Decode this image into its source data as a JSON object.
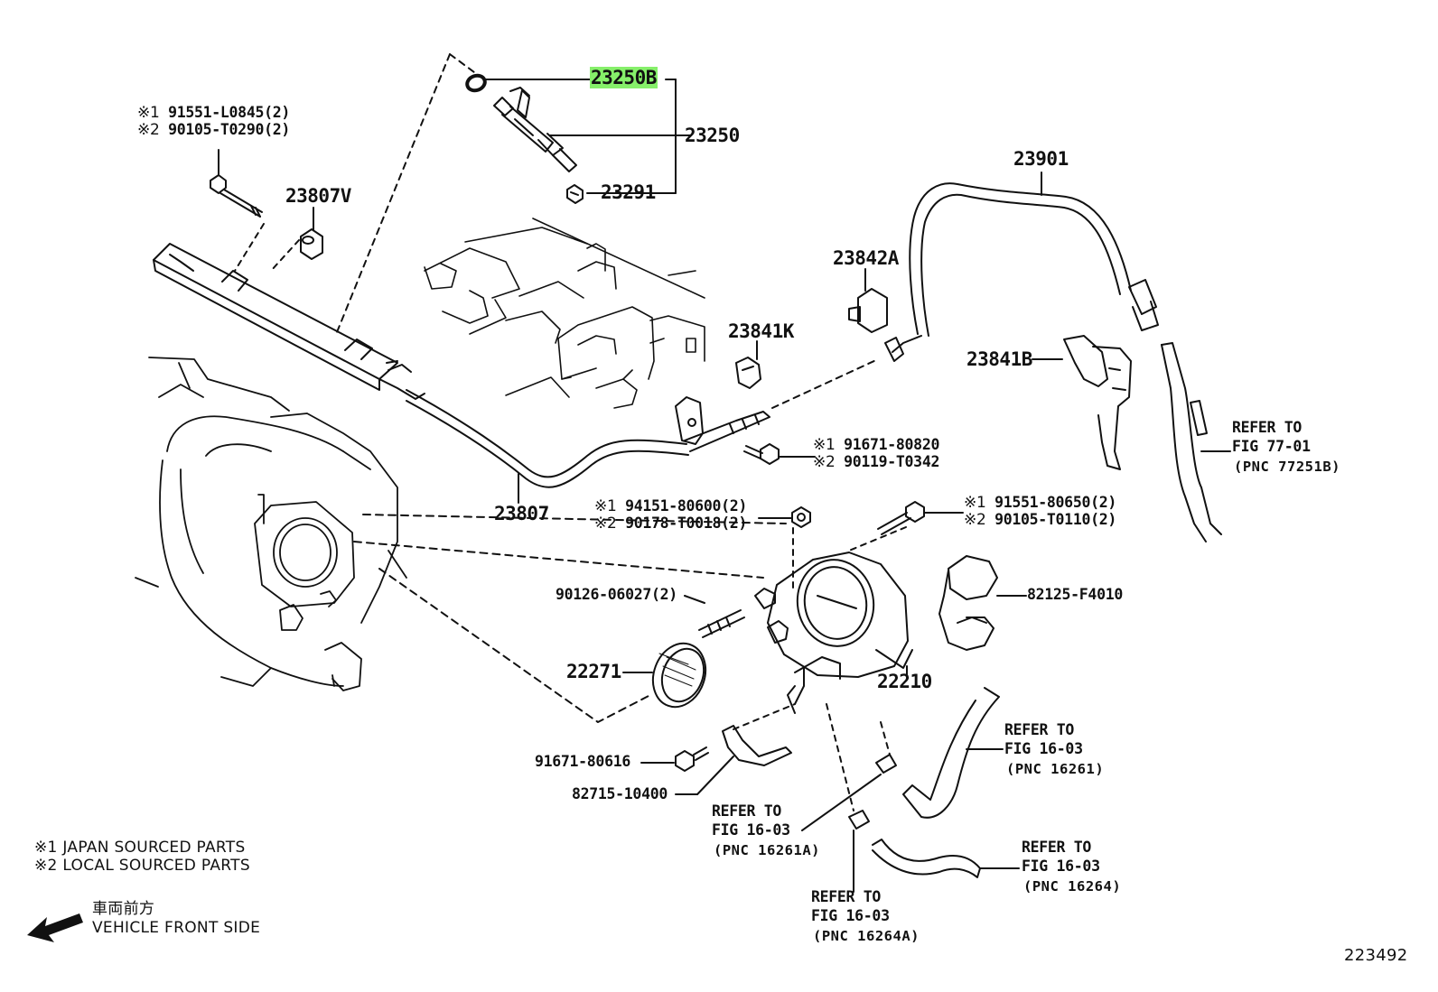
{
  "parts": {
    "p23250B": "23250B",
    "p23250": "23250",
    "p23291": "23291",
    "p23901": "23901",
    "p23807V": "23807V",
    "p23842A": "23842A",
    "p23841K": "23841K",
    "p23841B": "23841B",
    "p23807": "23807",
    "p22271": "22271",
    "p22210": "22210",
    "p82125": "82125-F4010",
    "p90126": "90126-06027(2)",
    "p91671_80616": "91671-80616",
    "p82715": "82715-10400"
  },
  "bolt_top_left": {
    "m1": "※1",
    "t1": "91551-L0845(2)",
    "m2": "※2",
    "t2": "90105-T0290(2)"
  },
  "bolt_23807": {
    "m1": "※1",
    "t1": "91671-80820",
    "m2": "※2",
    "t2": "90119-T0342"
  },
  "nut_throttle": {
    "m1": "※1",
    "t1": "94151-80600(2)",
    "m2": "※2",
    "t2": "90178-T0018(2)"
  },
  "bolt_throttle": {
    "m1": "※1",
    "t1": "91551-80650(2)",
    "m2": "※2",
    "t2": "90105-T0110(2)"
  },
  "refs": {
    "fig77": {
      "l1": "REFER TO",
      "l2": "FIG 77-01",
      "l3": "(PNC 77251B)"
    },
    "fig16_16261": {
      "l1": "REFER TO",
      "l2": "FIG 16-03",
      "l3": "(PNC 16261)"
    },
    "fig16_16261A": {
      "l1": "REFER TO",
      "l2": "FIG 16-03",
      "l3": "(PNC 16261A)"
    },
    "fig16_16264": {
      "l1": "REFER TO",
      "l2": "FIG 16-03",
      "l3": "(PNC 16264)"
    },
    "fig16_16264A": {
      "l1": "REFER TO",
      "l2": "FIG 16-03",
      "l3": "(PNC 16264A)"
    }
  },
  "legend": {
    "m1": "※1",
    "japan": "JAPAN SOURCED PARTS",
    "m2": "※2",
    "local": "LOCAL SOURCED PARTS"
  },
  "front": {
    "jp": "車両前方",
    "en": "VEHICLE FRONT SIDE"
  },
  "diagram_id": "223492",
  "colors": {
    "highlight": "#86f06a",
    "line": "#111111"
  }
}
